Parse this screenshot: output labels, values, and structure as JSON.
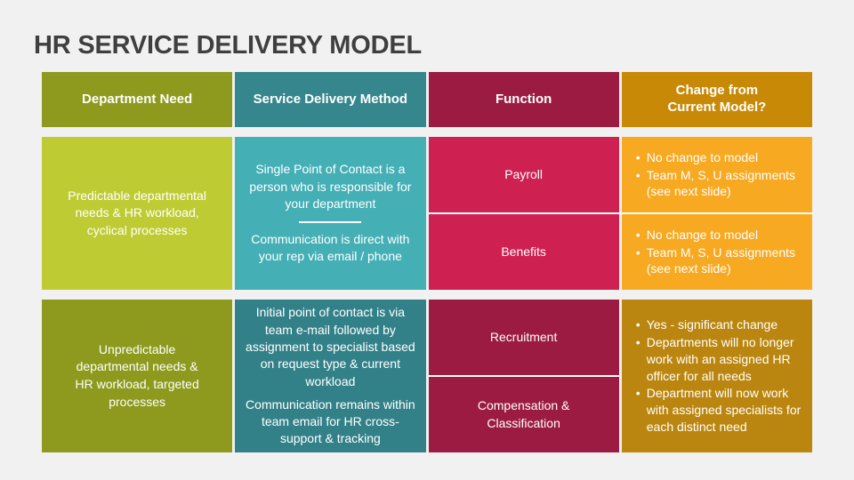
{
  "title": "HR SERVICE DELIVERY MODEL",
  "colors": {
    "background": "#F1F1F1",
    "title-text": "#3F3F3F",
    "cell-text": "#FFFFFF",
    "olive": "#8E9A1E",
    "lime": "#BFCB33",
    "teal": "#36868D",
    "teal-light": "#44AFB5",
    "teal-dark": "#338188",
    "crimson": "#9C1B42",
    "crimson-bright": "#CE2051",
    "gold": "#C88A06",
    "gold-dark": "#BA860F",
    "orange": "#F7A921"
  },
  "table": {
    "headers": [
      "Department Need",
      "Service Delivery Method",
      "Function",
      "Change from Current Model?"
    ],
    "rows": [
      {
        "department_need": "Predictable departmental needs & HR workload, cyclical processes",
        "method_paragraph_1": "Single Point of Contact is a person who is responsible for your department",
        "method_paragraph_2": "Communication is direct with your rep via email / phone",
        "functions": [
          "Payroll",
          "Benefits"
        ],
        "changes": [
          [
            "No change to model",
            "Team M, S, U assignments (see next slide)"
          ],
          [
            "No change to model",
            "Team M, S, U assignments (see next slide)"
          ]
        ]
      },
      {
        "department_need": "Unpredictable departmental needs & HR workload, targeted processes",
        "method_paragraph_1": "Initial point of contact is via team e-mail followed by assignment to specialist based on request type & current workload",
        "method_paragraph_2": "Communication remains within team email for HR cross-support & tracking",
        "functions": [
          "Recruitment",
          "Compensation & Classification"
        ],
        "changes": [
          [
            "Yes - significant change",
            "Departments will no longer work with an assigned HR officer for all needs",
            "Department will now work with assigned specialists for each distinct need"
          ]
        ]
      }
    ]
  }
}
